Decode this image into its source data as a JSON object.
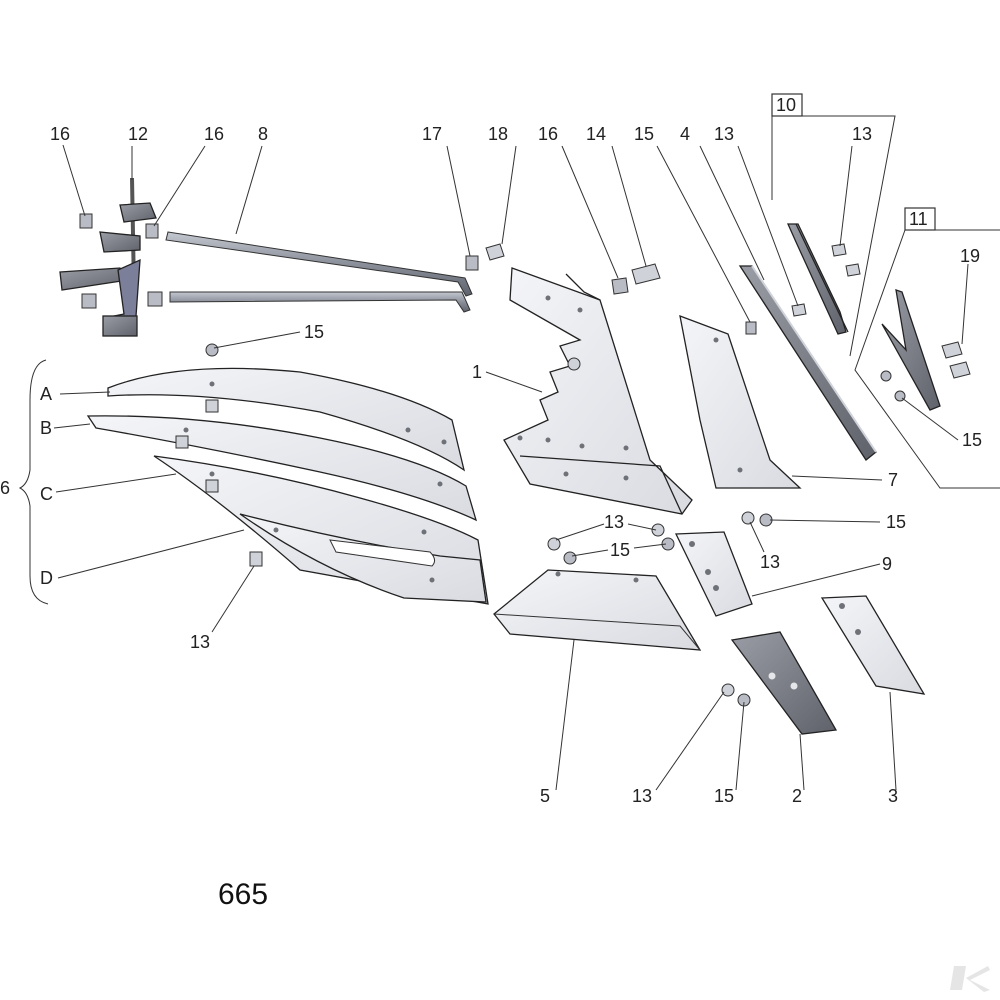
{
  "figure_number": "665",
  "colors": {
    "plate": "#e9eaee",
    "dark_plate": "#7b7e86",
    "rod": "#9aa0ab",
    "outline": "#222222"
  },
  "labels": {
    "p16a": "16",
    "p12": "12",
    "p16b": "16",
    "p8": "8",
    "p17": "17",
    "p18": "18",
    "p16c": "16",
    "p14": "14",
    "p15a": "15",
    "p4": "4",
    "p13a": "13",
    "p10": "10",
    "p13b": "13",
    "p11": "11",
    "p19": "19",
    "p15b": "15",
    "p15c": "15",
    "p1": "1",
    "p7": "7",
    "p6": "6",
    "pA": "A",
    "pB": "B",
    "pC": "C",
    "pD": "D",
    "p13c": "13",
    "p13d": "13",
    "p15d": "15",
    "p15e": "15",
    "p13e": "13",
    "p9": "9",
    "p5": "5",
    "p13f": "13",
    "p15f": "15",
    "p2": "2",
    "p3": "3"
  }
}
